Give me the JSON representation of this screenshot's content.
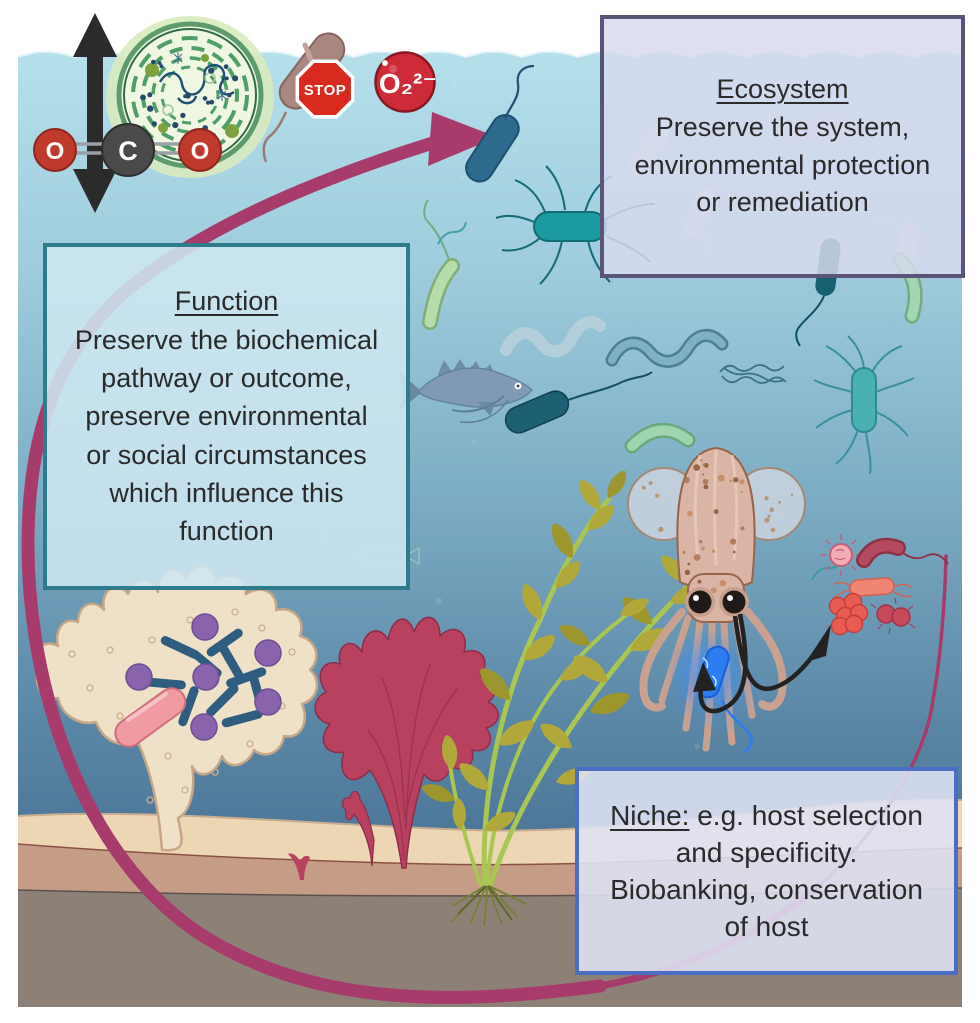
{
  "boxes": {
    "function": {
      "title": "Function",
      "body": "Preserve the biochemical pathway or outcome, preserve environmental or social circumstances which influence this function",
      "border_color": "#2e7b8c",
      "fill_color": "rgba(205,231,241,0.88)"
    },
    "ecosystem": {
      "title": "Ecosystem",
      "body": "Preserve the system, environmental protection or remediation",
      "border_color": "#5a5478",
      "fill_color": "rgba(216,218,238,0.84)"
    },
    "niche": {
      "title": "Niche:",
      "body": " e.g. host selection and specificity. Biobanking, conservation of host",
      "border_color": "#4a6ec4",
      "fill_color": "rgba(223,227,245,0.88)"
    }
  },
  "labels": {
    "stop_sign": "STOP",
    "co2_oxygen_left": "O",
    "co2_carbon": "C",
    "co2_oxygen_right": "O",
    "superoxide_dot": "•",
    "superoxide_formula": "O₂²⁻"
  },
  "palette": {
    "water_surface": "#b5dfeb",
    "water_deep": "#3d6286",
    "sand": "#ecd6b4",
    "sediment": "#c59d87",
    "substrate": "#8c8077",
    "cycle_arrow": "#a73b6b",
    "stop_sign_red": "#d92a20",
    "superoxide_red": "#cd2b37",
    "co2_oxygen_red": "#bf3a2c",
    "co2_carbon_gray": "#4a4a4a",
    "bioluminescence_blue": "#2b7df0",
    "text": "#2a2a2a"
  },
  "icons": [
    "up-down-arrow-icon",
    "cyanobacterium-cell-icon",
    "co2-molecule-icon",
    "brown-rod-bacterium-icon",
    "stop-sign-icon",
    "superoxide-radical-icon",
    "cycle-arrow-icon",
    "rod-bacterium-icon",
    "flagellated-bacterium-icon",
    "vibrio-bacterium-icon",
    "spirillum-bacterium-icon",
    "spirochete-bacterium-icon",
    "fish-icon",
    "bobtail-squid-icon",
    "bioluminescent-bacterium-icon",
    "host-associated-microbes-icon",
    "coral-icon",
    "coral-microbes-icon",
    "red-algae-icon",
    "kelp-icon",
    "seafloor"
  ]
}
